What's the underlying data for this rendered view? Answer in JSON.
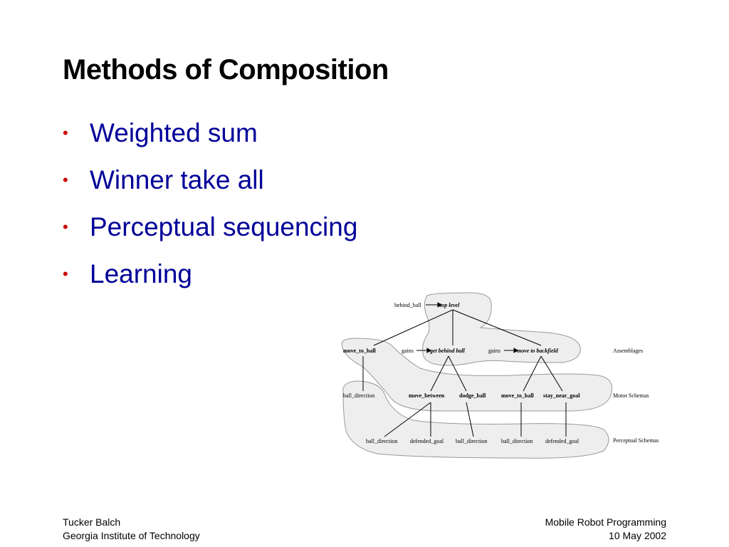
{
  "slide": {
    "title": "Methods of Composition",
    "bullets": [
      "Weighted sum",
      "Winner take all",
      "Perceptual sequencing",
      "Learning"
    ]
  },
  "diagram": {
    "top_input": "behind_ball",
    "top_node": "top level",
    "assemblage_nodes": [
      "move_to_ball",
      "gains",
      "get behind ball",
      "gains",
      "move to backfield"
    ],
    "motor_nodes": [
      "ball_direction",
      "move_between",
      "dodge_ball",
      "move_to_ball",
      "stay_near_goal"
    ],
    "perceptual_nodes": [
      "ball_direction",
      "defended_goal",
      "ball_direction",
      "ball_direction",
      "defended_goal"
    ],
    "layer_labels": [
      "Assemblages",
      "Motor Schemas",
      "Perceptual Schemas"
    ]
  },
  "footer": {
    "author": "Tucker Balch",
    "institution": "Georgia Institute of Technology",
    "course": "Mobile Robot Programming",
    "date": "10 May 2002"
  }
}
